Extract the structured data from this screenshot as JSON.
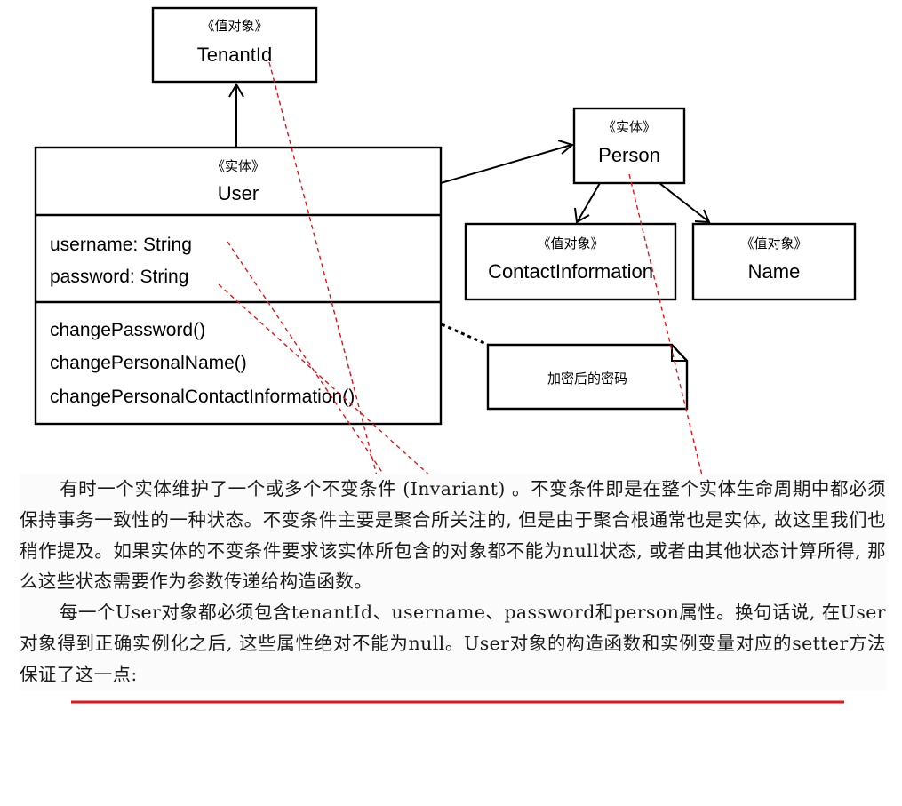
{
  "diagram": {
    "tenantid": {
      "stereotype": "《值对象》",
      "name": "TenantId"
    },
    "user": {
      "stereotype": "《实体》",
      "name": "User",
      "attributes": [
        "username: String",
        "password: String"
      ],
      "operations": [
        "changePassword()",
        "changePersonalName()",
        "changePersonalContactInformation()"
      ]
    },
    "person": {
      "stereotype": "《实体》",
      "name": "Person"
    },
    "contact_information": {
      "stereotype": "《值对象》",
      "name": "ContactInformation"
    },
    "name_vo": {
      "stereotype": "《值对象》",
      "name": "Name"
    },
    "note": {
      "text": "加密后的密码"
    },
    "colors": {
      "annotation": "#e3141b",
      "lines": "#000000"
    }
  },
  "paragraph1": {
    "before": "有时一个实体维护了一个或多个不变条件 (Invariant) 。",
    "underlined": "不变条件即是在整个",
    "after": "实体生命周期中都必须保持事务一致性的一种状态。不变条件主要是聚合所关注的, 但是由于聚合根通常也是实体, 故这里我们也稍作提及。如果实体的不变条件要求该实体所包含的对象都不能为null状态, 或者由其他状态计算所得, 那么这些状态需要作为参数传递给构造函数。"
  },
  "paragraph2": {
    "underlined": "每一个User对象都必须包含tenantId、username、password和person属性",
    "after": "。换句话说, 在User对象得到正确实例化之后, 这些属性绝对不能为null。User对象的构造函数和实例变量对应的setter方法保证了这一点:"
  }
}
